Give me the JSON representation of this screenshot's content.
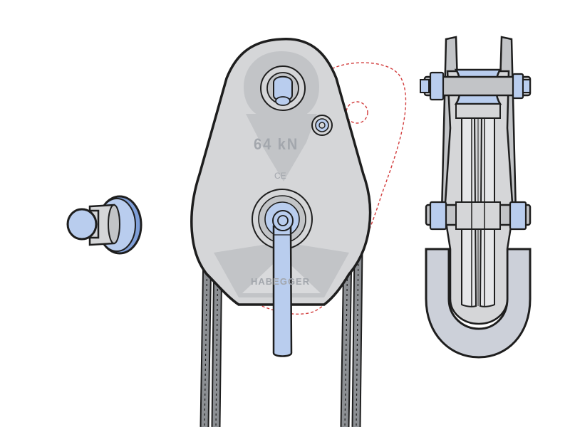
{
  "diagram": {
    "components": [
      "bushing",
      "pulley-block-front",
      "pulley-block-side"
    ],
    "front_view": {
      "rating_label": "64 kN",
      "ce_mark": "CE",
      "brand_name": "HABEGGER"
    },
    "colors": {
      "outline": "#1e1e1e",
      "plate_gray": "#d5d6d8",
      "plate_dark_gray": "#c2c4c7",
      "accent_blue": "#b9cdee",
      "accent_blue_dark": "#7f9fd8",
      "rope_gray": "#8c8f93",
      "pivot_path_red": "#d23c3c",
      "engraving_gray": "#a3a7ad"
    }
  }
}
